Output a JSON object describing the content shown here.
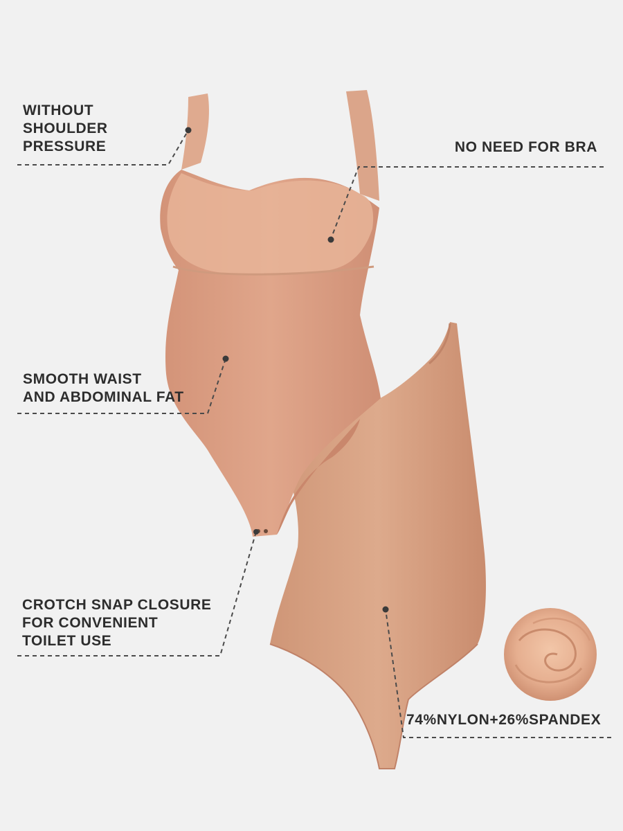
{
  "callouts": {
    "shoulder": "WITHOUT\nSHOULDER\nPRESSURE",
    "bra": "NO NEED FOR BRA",
    "waist": "SMOOTH WAIST\nAND ABDOMINAL FAT",
    "crotch": "CROTCH SNAP CLOSURE\nFOR CONVENIENT\nTOILET USE",
    "material": "74%NYLON+26%SPANDEX"
  },
  "colors": {
    "background": "#f1f1f1",
    "garment_front": "#d99d82",
    "garment_back": "#d8a284",
    "mesh_cup": "#e8b79d",
    "text": "#2d2d2d",
    "leader_line": "#4a4a4a"
  },
  "icons": {
    "fabric_swatch": "swirled-fabric-closeup",
    "product": "bodysuit-shapewear"
  }
}
